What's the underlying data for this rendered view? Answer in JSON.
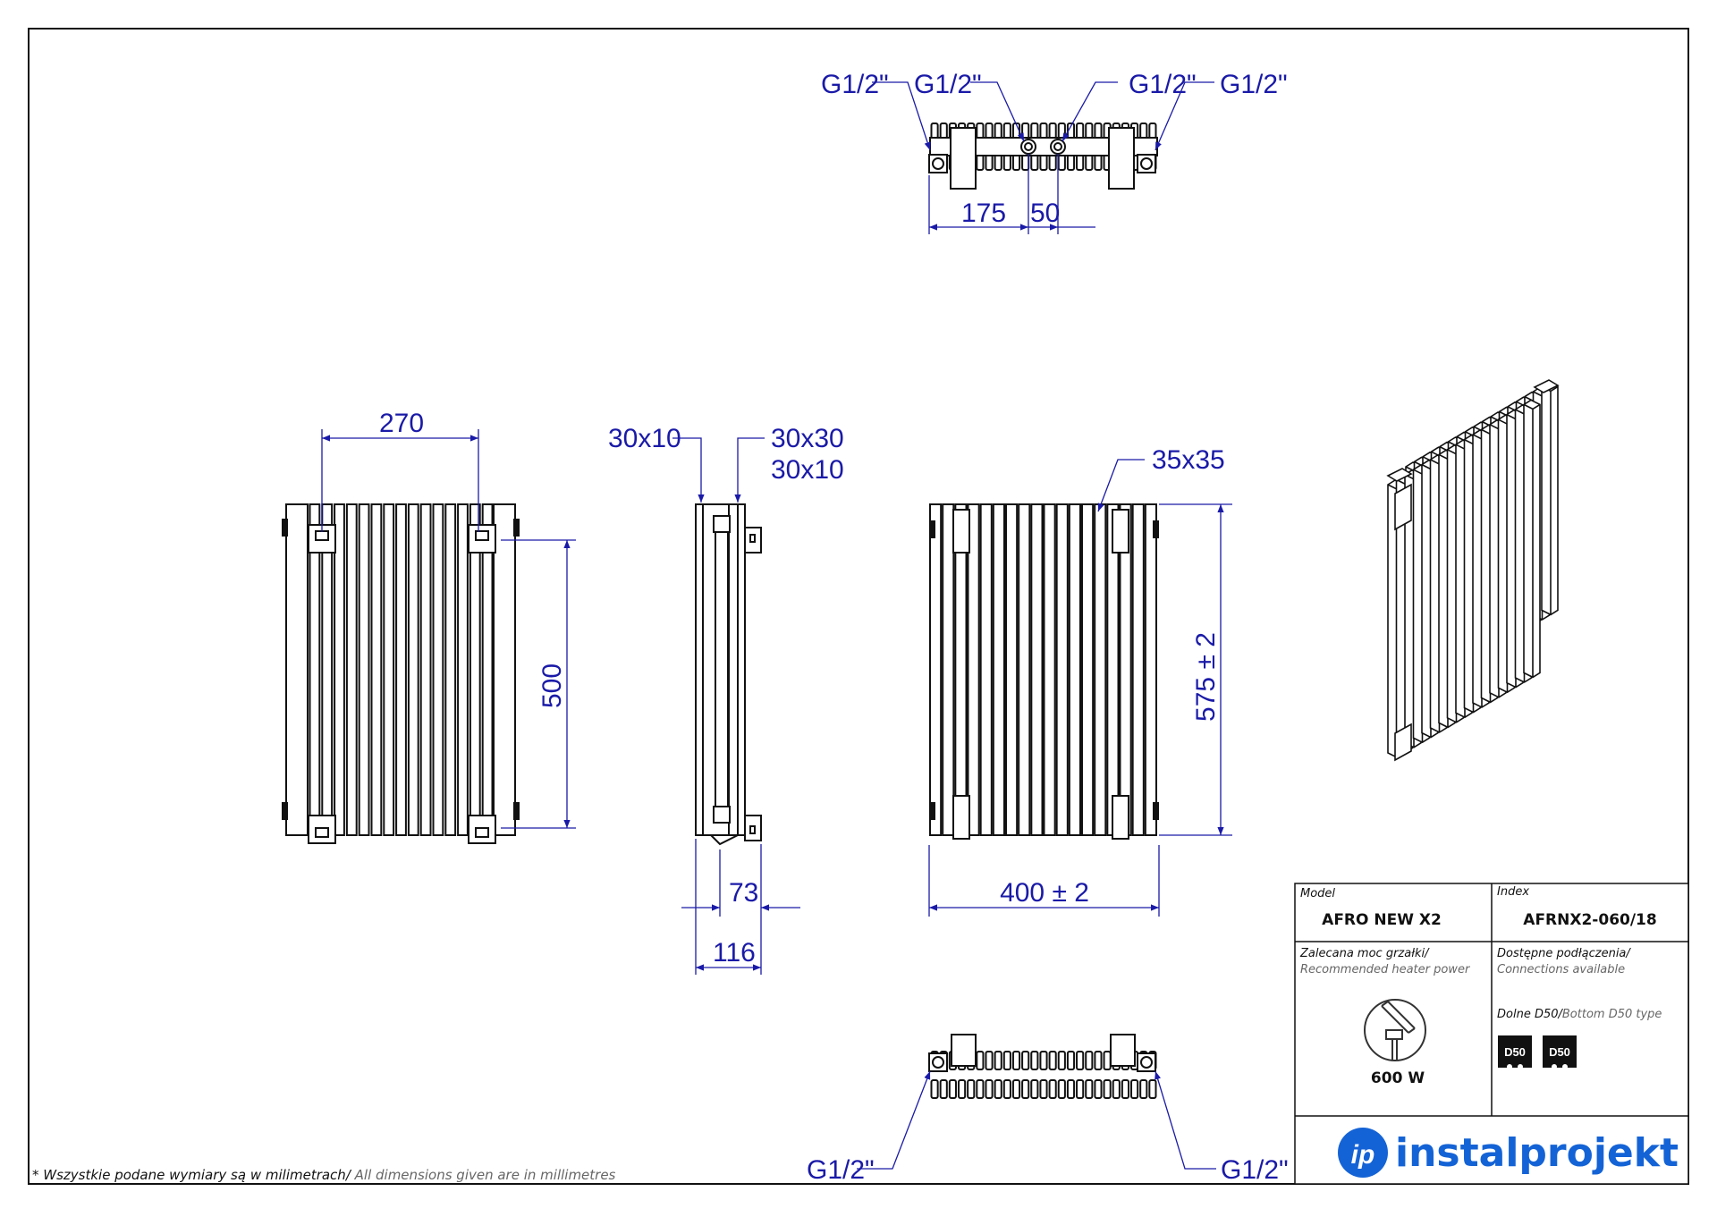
{
  "drawing": {
    "top_view": {
      "connections": [
        "G1/2\"",
        "G1/2\"",
        "G1/2\"",
        "G1/2\""
      ],
      "dim_a": "175",
      "dim_b": "50"
    },
    "front_view": {
      "width_label": "270",
      "height_label": "500"
    },
    "side_view": {
      "profile_left": "30x10",
      "profile_right_1": "30x30",
      "profile_right_2": "30x10",
      "depth_inner": "73",
      "depth_outer": "116"
    },
    "rear_view": {
      "tube_label": "35x35",
      "height_label": "575 ± 2",
      "width_label": "400 ± 2"
    },
    "bottom_view": {
      "connections": [
        "G1/2\"",
        "G1/2\""
      ]
    }
  },
  "title_block": {
    "model_label": "Model",
    "model_value": "AFRO NEW X2",
    "index_label": "Index",
    "index_value": "AFRNX2-060/18",
    "power_label_pl": "Zalecana moc grzałki/",
    "power_label_en": "Recommended heater power",
    "power_value": "600 W",
    "conn_label_pl": "Dostępne podłączenia/",
    "conn_label_en": "Connections available",
    "conn_type_pl": "Dolne D50/",
    "conn_type_en": "Bottom D50 type",
    "badge_1": "D50",
    "badge_2": "D50",
    "brand": "instalprojekt",
    "logo_mark": "ip"
  },
  "footer": {
    "note_pl": "* Wszystkie podane wymiary są w milimetrach/",
    "note_en": " All dimensions given are in millimetres"
  },
  "colors": {
    "dimension": "#1a1aa8",
    "line": "#111111",
    "brand": "#1463d6"
  }
}
